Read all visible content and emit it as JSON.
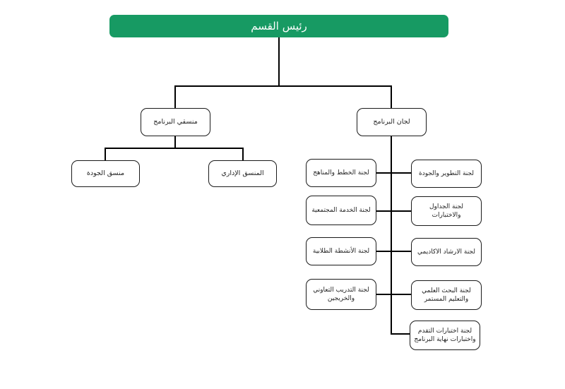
{
  "colors": {
    "root_background": "#179a63",
    "root_text": "#ffffff",
    "box_border": "#1a1a1a",
    "connector_line": "#000000",
    "page_background": "#ffffff"
  },
  "nodes": {
    "root": "رئيس القسم",
    "coordinators": "منسقي البرنامج",
    "committees": "لجان البرنامج",
    "quality_coordinator": "منسق الجودة",
    "admin_coordinator": "المنسق الإداري",
    "plans_curricula": "لجنة الخطط والمناهج",
    "development_quality": "لجنة التطوير والجودة",
    "community_service": "لجنة الخدمة المجتمعية",
    "schedules_exams": "لجنة الجداول والاختبارات",
    "student_activities": "لجنة الأنشطة الطلابية",
    "academic_advising": "لجنة الارشاد الاكاديمي",
    "coop_training_alumni": "لجنة التدريب التعاوني والخريجين",
    "research_continuing_ed": "لجنة البحث العلمي والتعليم المستمر",
    "progress_final_exams": "لجنة اختبارات التقدم واختبارات نهاية البرنامج"
  },
  "edges": [
    [
      "root",
      "coordinators"
    ],
    [
      "root",
      "committees"
    ],
    [
      "coordinators",
      "quality_coordinator"
    ],
    [
      "coordinators",
      "admin_coordinator"
    ],
    [
      "committees",
      "plans_curricula"
    ],
    [
      "committees",
      "development_quality"
    ],
    [
      "committees",
      "community_service"
    ],
    [
      "committees",
      "schedules_exams"
    ],
    [
      "committees",
      "student_activities"
    ],
    [
      "committees",
      "academic_advising"
    ],
    [
      "committees",
      "coop_training_alumni"
    ],
    [
      "committees",
      "research_continuing_ed"
    ],
    [
      "committees",
      "progress_final_exams"
    ]
  ]
}
